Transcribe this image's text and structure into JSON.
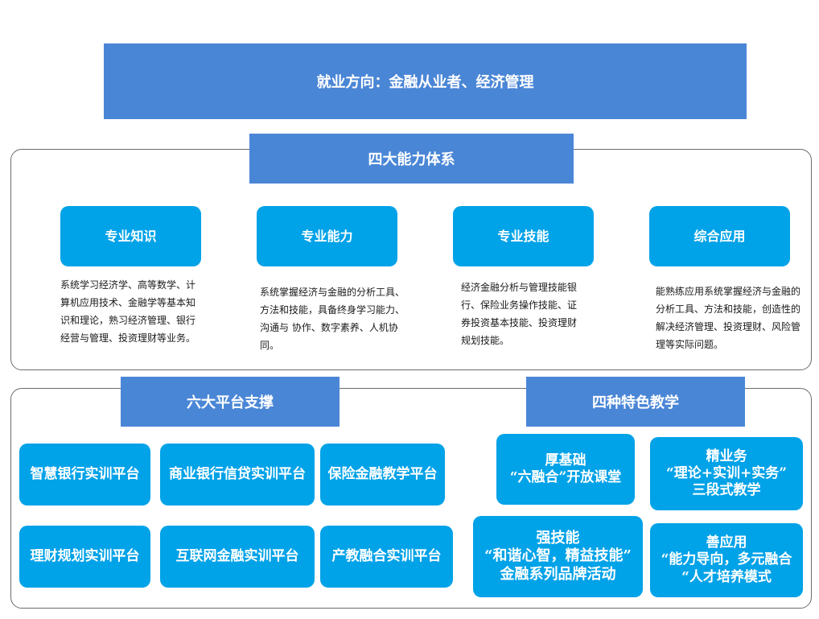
{
  "header": {
    "title": "就业方向：金融从业者、经济管理"
  },
  "ability_system": {
    "title": "四大能力体系",
    "items": [
      {
        "label": "专业知识",
        "desc": "系统学习经济学、高等数学、计算机应用技术、金融学等基本知识和理论，熟习经济管理、银行经营与管理、投资理财等业务。"
      },
      {
        "label": "专业能力",
        "desc": "系统掌握经济与金融的分析工具、方法和技能，具备终身学习能力、沟通与 协作、数字素养、人机协同。"
      },
      {
        "label": "专业技能",
        "desc": "经济金融分析与管理技能银行、保险业务操作技能、证券投资基本技能、投资理财规划技能。"
      },
      {
        "label": "综合应用",
        "desc": "能熟练应用系统掌握经济与金融的分析工具、方法和技能，创造性的解决经济管理、投资理财、风险管理等实际问题。"
      }
    ]
  },
  "platforms": {
    "title": "六大平台支撑",
    "items": [
      "智慧银行实训平台",
      "商业银行信贷实训平台",
      "保险金融教学平台",
      "理财规划实训平台",
      "互联网金融实训平台",
      "产教融合实训平台"
    ]
  },
  "teaching": {
    "title": "四种特色教学",
    "items": [
      {
        "line1": "厚基础",
        "line2": "“六融合”开放课堂",
        "line3": ""
      },
      {
        "line1": "精业务",
        "line2": "“理论+实训+实务”",
        "line3": "三段式教学"
      },
      {
        "line1": "强技能",
        "line2": "“和谐心智，精益技能”",
        "line3": "金融系列品牌活动"
      },
      {
        "line1": "善应用",
        "line2": "“能力导向，多元融合",
        "line3": "“人才培养模式"
      }
    ]
  },
  "colors": {
    "banner_blue": "#4a86d6",
    "capsule_blue": "#00a2e8",
    "frame_border": "#6b6b6b"
  }
}
